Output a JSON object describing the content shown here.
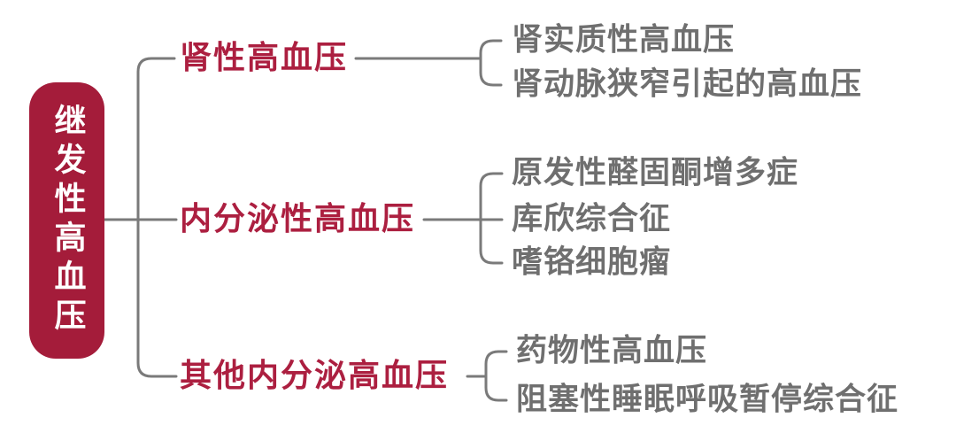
{
  "colors": {
    "node_background": "#A41C3A",
    "node_text": "#FFFFFF",
    "branch_text": "#AC1F40",
    "child_text": "#6F6F6F",
    "line": "#7A7A7A",
    "background": "#FFFFFF"
  },
  "tree": {
    "root": {
      "label": "继发性高血压"
    },
    "branches": [
      {
        "label": "肾性高血压",
        "children": [
          "肾实质性高血压",
          "肾动脉狭窄引起的高血压"
        ]
      },
      {
        "label": "内分泌性高血压",
        "children": [
          "原发性醛固酮增多症",
          "库欣综合征",
          "嗜铬细胞瘤"
        ]
      },
      {
        "label": "其他内分泌高血压",
        "children": [
          "药物性高血压",
          "阻塞性睡眠呼吸暂停综合征"
        ]
      }
    ]
  }
}
